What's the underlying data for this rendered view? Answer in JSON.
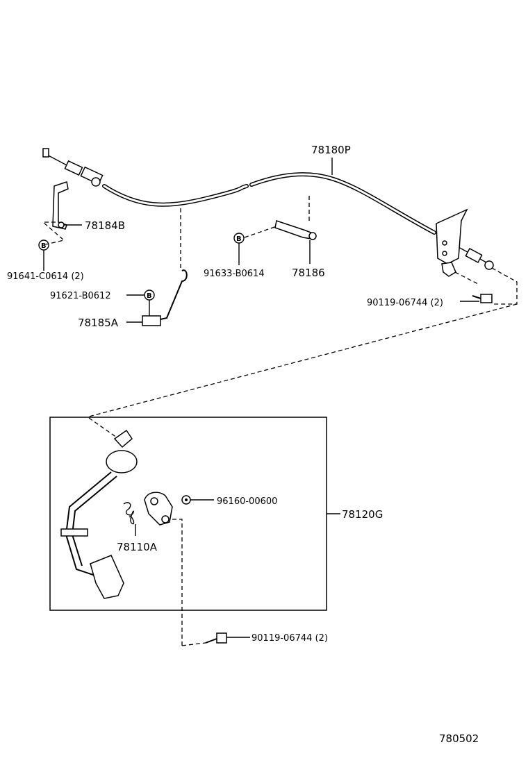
{
  "parts": {
    "cable": "78180P",
    "bracket_left": "78184B",
    "bracket_left_bolt": "91641-C0614 (2)",
    "clamp_bolt": "91621-B0612",
    "clamp": "78185A",
    "center_bolt": "91633-B0614",
    "center_clamp": "78186",
    "end_bolt": "90119-06744 (2)",
    "washer": "96160-00600",
    "spring": "78110A",
    "pedal_assembly": "78120G",
    "pedal_bolt": "90119-06744 (2)"
  },
  "marker_letter": "B",
  "diagram_code": "780502"
}
